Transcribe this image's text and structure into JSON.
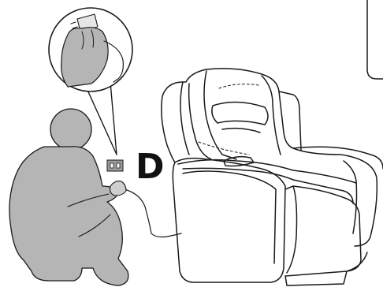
{
  "step": {
    "letter": "D"
  },
  "figure": {
    "person": "crouching-person-plugging-in",
    "callout": "zoom-callout-hand-plug",
    "device": "power-recliner-chair",
    "outlet": "wall-outlet"
  },
  "colors": {
    "line": "#1a1a1a",
    "person_fill": "#b5b5b5",
    "hand_fill": "#cfcfcf",
    "outlet_fill": "#9a9a9a",
    "background": "#ffffff"
  }
}
